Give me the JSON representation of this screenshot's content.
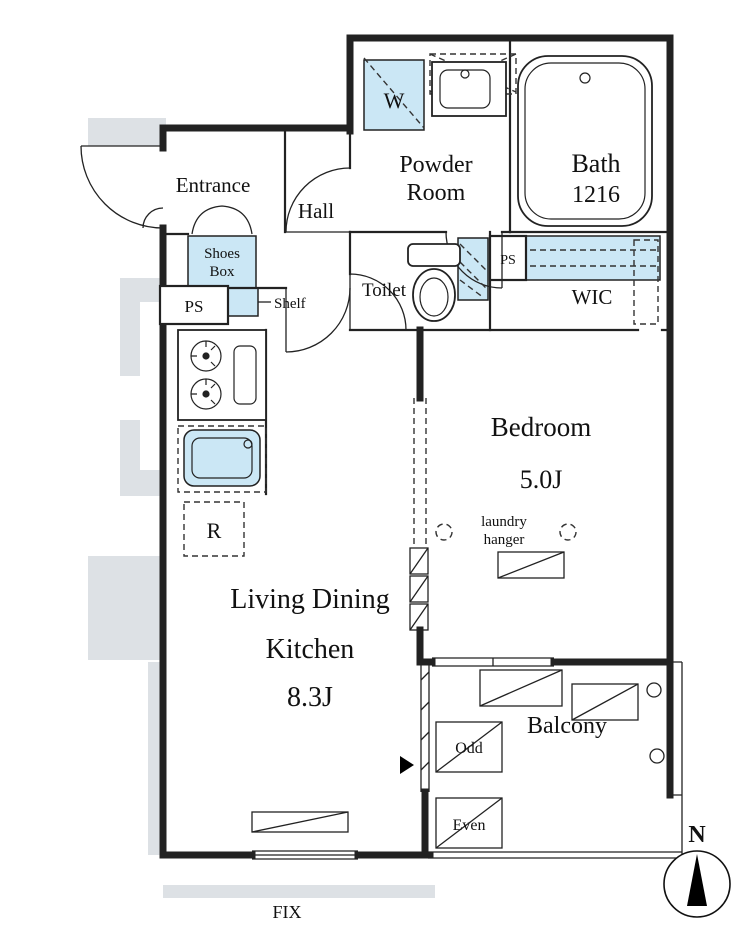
{
  "meta": {
    "type": "apartment-floorplan"
  },
  "colors": {
    "highlight": "#cbe7f5",
    "wall_gray": "#dde1e5"
  },
  "labels": {
    "entrance": "Entrance",
    "hall": "Hall",
    "powder_line1": "Powder",
    "powder_line2": "Room",
    "bath": "Bath",
    "bath_size": "1216",
    "washer": "W",
    "toilet": "Toilet",
    "ps_hall": "PS",
    "ps_wic": "PS",
    "wic": "WIC",
    "shoes_line1": "Shoes",
    "shoes_line2": "Box",
    "shelf": "Shelf",
    "fridge": "R",
    "bedroom": "Bedroom",
    "bedroom_size": "5.0J",
    "ldk_line1": "Living Dining",
    "ldk_line2": "Kitchen",
    "ldk_size": "8.3J",
    "laundry_line1": "laundry",
    "laundry_line2": "hanger",
    "balcony": "Balcony",
    "odd": "Odd",
    "even": "Even",
    "fix": "FIX",
    "compass_north": "N"
  }
}
